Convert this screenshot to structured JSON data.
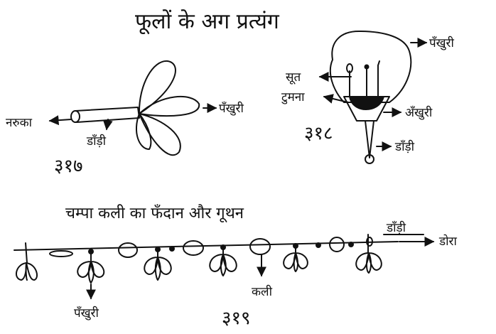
{
  "title": "फूलों के अग प्रत्यंग",
  "section_title": "चम्पा कली का फँदान और गूथन",
  "fig317": {
    "number": "३१७",
    "labels": {
      "naruka": "नरुका",
      "dandi": "डाँड़ी",
      "pankhuri": "पँखुरी"
    }
  },
  "fig318": {
    "number": "३१८",
    "labels": {
      "pankhuri": "पँखुरी",
      "soot": "सूत",
      "tumna": "टुमना",
      "ankhuri": "अँखुरी",
      "dandi": "डाँड़ी"
    }
  },
  "fig319": {
    "number": "३१९",
    "labels": {
      "dandi": "डाँड़ी",
      "dora": "डोरा",
      "kali": "कली",
      "pankhuri": "पँखुरी"
    }
  },
  "colors": {
    "ink": "#111111",
    "paper": "#ffffff"
  }
}
